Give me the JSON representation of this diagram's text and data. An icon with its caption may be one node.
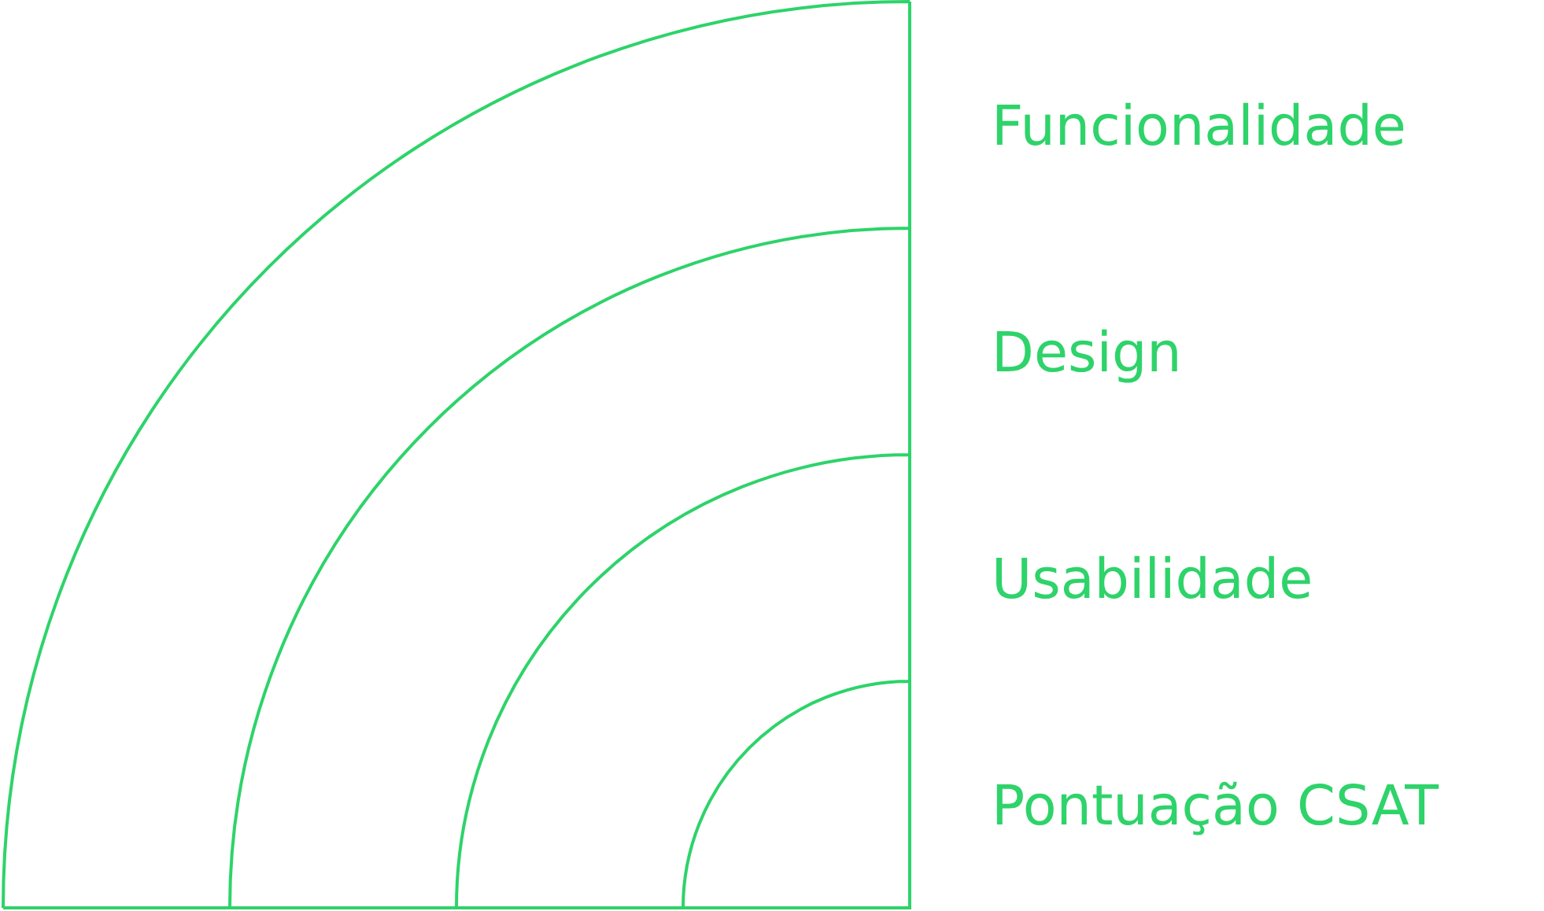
{
  "diagram": {
    "labels": [
      "Funcionalidade",
      "Design",
      "Usabilidade",
      "Pontuação CSAT"
    ]
  }
}
